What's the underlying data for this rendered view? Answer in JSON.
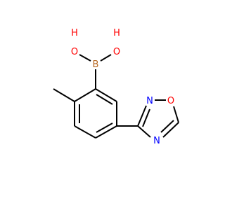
{
  "molecule": {
    "atoms": {
      "boron": {
        "text": "B",
        "color": "#b5651d"
      },
      "oh_left_o": {
        "text": "O",
        "color": "#ff0000"
      },
      "oh_left_h": {
        "text": "H",
        "color": "#ff0000"
      },
      "oh_right_o": {
        "text": "O",
        "color": "#ff0000"
      },
      "oh_right_h": {
        "text": "H",
        "color": "#ff0000"
      },
      "ring_n_upper": {
        "text": "N",
        "color": "#0000ff"
      },
      "ring_n_lower": {
        "text": "N",
        "color": "#0000ff"
      },
      "ring_o": {
        "text": "O",
        "color": "#ff0000"
      }
    },
    "bond_color": "#000000"
  }
}
